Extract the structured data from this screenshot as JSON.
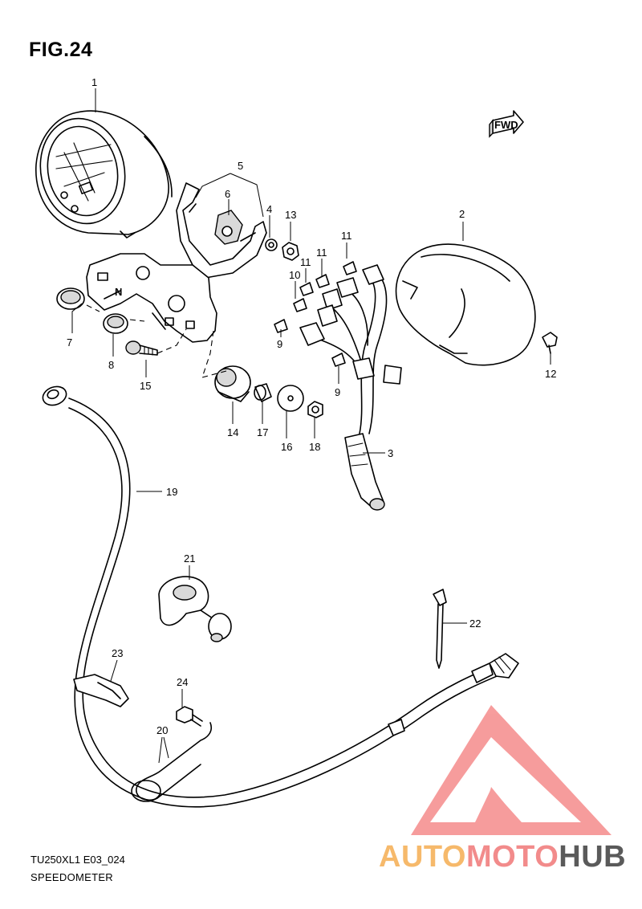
{
  "figure": {
    "title": "FIG.24",
    "model_code": "TU250XL1 E03_024",
    "caption": "SPEEDOMETER"
  },
  "fwd_badge": "FWD",
  "callouts": [
    {
      "id": "1",
      "label": "1"
    },
    {
      "id": "2",
      "label": "2"
    },
    {
      "id": "3",
      "label": "3"
    },
    {
      "id": "4",
      "label": "4"
    },
    {
      "id": "5",
      "label": "5"
    },
    {
      "id": "6",
      "label": "6"
    },
    {
      "id": "7",
      "label": "7"
    },
    {
      "id": "8",
      "label": "8"
    },
    {
      "id": "9a",
      "label": "9"
    },
    {
      "id": "9b",
      "label": "9"
    },
    {
      "id": "10",
      "label": "10"
    },
    {
      "id": "11a",
      "label": "11"
    },
    {
      "id": "11b",
      "label": "11"
    },
    {
      "id": "11c",
      "label": "11"
    },
    {
      "id": "12",
      "label": "12"
    },
    {
      "id": "13",
      "label": "13"
    },
    {
      "id": "14",
      "label": "14"
    },
    {
      "id": "15",
      "label": "15"
    },
    {
      "id": "16",
      "label": "16"
    },
    {
      "id": "17",
      "label": "17"
    },
    {
      "id": "18",
      "label": "18"
    },
    {
      "id": "19",
      "label": "19"
    },
    {
      "id": "20",
      "label": "20"
    },
    {
      "id": "21",
      "label": "21"
    },
    {
      "id": "22",
      "label": "22"
    },
    {
      "id": "23",
      "label": "23"
    },
    {
      "id": "24",
      "label": "24"
    }
  ],
  "bracket_mark": "N",
  "watermark": {
    "part1": "AUTO",
    "part2": "MOTO",
    "part3": "HUB",
    "colors": {
      "auto": "#f6b96b",
      "moto": "#f28b8b",
      "hub": "#5a5a5a",
      "logo": "#f47c7c"
    }
  }
}
